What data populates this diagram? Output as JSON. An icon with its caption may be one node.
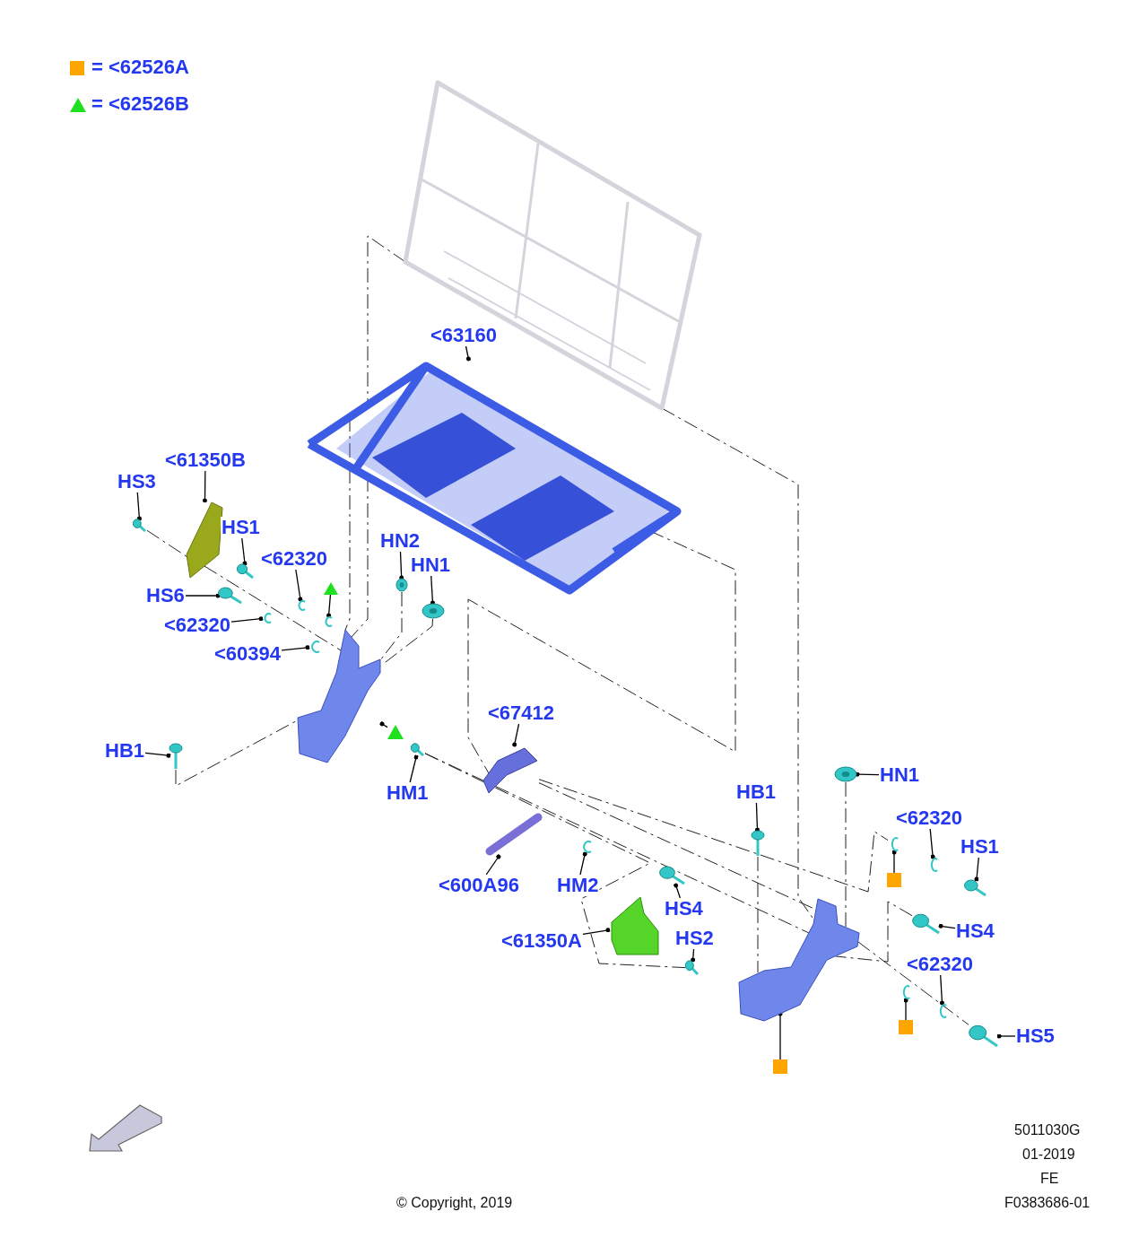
{
  "diagram": {
    "nodes": [
      {
        "text": [
          "<63160"
        ]
      },
      {
        "text": [
          "<61350B"
        ]
      },
      {
        "text": [
          "HS3"
        ]
      },
      {
        "text": [
          "HS1"
        ]
      },
      {
        "text": [
          "<62320"
        ]
      },
      {
        "text": [
          "HS6"
        ]
      },
      {
        "text": [
          "<62320"
        ]
      },
      {
        "text": [
          "<60394"
        ]
      },
      {
        "text": [
          "HN2"
        ]
      },
      {
        "text": [
          "HN1"
        ]
      },
      {
        "text": [
          "HB1"
        ]
      },
      {
        "text": [
          "<67412"
        ]
      },
      {
        "text": [
          "HM1"
        ]
      },
      {
        "text": [
          "<600A96"
        ]
      },
      {
        "text": [
          "HM2"
        ]
      },
      {
        "text": [
          "HB1"
        ]
      },
      {
        "text": [
          "HN1"
        ]
      },
      {
        "text": [
          "<62320"
        ]
      },
      {
        "text": [
          "HS1"
        ]
      },
      {
        "text": [
          "HS4"
        ]
      },
      {
        "text": [
          "<61350A"
        ]
      },
      {
        "text": [
          "HS2"
        ]
      },
      {
        "text": [
          "HS4"
        ]
      },
      {
        "text": [
          "<62320"
        ]
      },
      {
        "text": [
          "HS5"
        ]
      },
      {
        "text": [],
        "shape": "picture"
      },
      {
        "text": [],
        "shape": "picture"
      },
      {
        "text": [],
        "shape": "picture"
      },
      {
        "text": [],
        "shape": "picture"
      },
      {
        "text": [],
        "shape": "picture"
      },
      {
        "text": [],
        "shape": "picture"
      },
      {
        "text": [],
        "shape": "picture"
      },
      {
        "text": [],
        "shape": "picture"
      },
      {
        "text": [],
        "shape": "picture"
      },
      {
        "text": [],
        "shape": "picture"
      },
      {
        "text": [],
        "shape": "picture"
      },
      {
        "text": [],
        "shape": "picture"
      },
      {
        "text": [],
        "shape": "picture"
      },
      {
        "text": [],
        "shape": "picture"
      },
      {
        "text": [],
        "shape": "picture"
      },
      {
        "text": [],
        "shape": "picture"
      },
      {
        "text": [],
        "shape": "picture"
      },
      {
        "text": [],
        "shape": "picture"
      },
      {
        "text": [],
        "shape": "picture"
      },
      {
        "text": [],
        "shape": "picture"
      },
      {
        "text": [],
        "shape": "picture"
      },
      {
        "text": [],
        "shape": "picture"
      },
      {
        "text": [],
        "shape": "picture"
      },
      {
        "text": [],
        "shape": "picture"
      },
      {
        "text": [],
        "shape": "picture"
      },
      {
        "text": [],
        "shape": "triangle"
      },
      {
        "text": [],
        "shape": "picture"
      },
      {
        "text": [],
        "shape": "triangle"
      },
      {
        "text": [],
        "shape": "picture"
      },
      {
        "text": [],
        "shape": "box"
      },
      {
        "text": [],
        "shape": "picture"
      },
      {
        "text": [],
        "shape": "box"
      },
      {
        "text": [],
        "shape": "picture"
      },
      {
        "text": [],
        "shape": "box"
      },
      {
        "text": [],
        "shape": "picture"
      },
      {
        "text": [],
        "shape": "picture"
      }
    ],
    "edges": [
      {
        "from": 0,
        "to": 25,
        "arrow": "other"
      },
      {
        "from": 1,
        "to": 26,
        "arrow": "other"
      },
      {
        "from": 2,
        "to": 27,
        "arrow": "other"
      },
      {
        "from": 3,
        "to": 28,
        "arrow": "other"
      },
      {
        "from": 4,
        "to": 29,
        "arrow": "other"
      },
      {
        "from": 5,
        "to": 30,
        "arrow": "other"
      },
      {
        "from": 6,
        "to": 31,
        "arrow": "other"
      },
      {
        "from": 7,
        "to": 32,
        "arrow": "other"
      },
      {
        "from": 8,
        "to": 33,
        "arrow": "other"
      },
      {
        "from": 9,
        "to": 34,
        "arrow": "other"
      },
      {
        "from": 10,
        "to": 35,
        "arrow": "other"
      },
      {
        "from": 11,
        "to": 36,
        "arrow": "other"
      },
      {
        "from": 12,
        "to": 37,
        "arrow": "other"
      },
      {
        "from": 13,
        "to": 38,
        "arrow": "other"
      },
      {
        "from": 14,
        "to": 39,
        "arrow": "other"
      },
      {
        "from": 15,
        "to": 40,
        "arrow": "other"
      },
      {
        "from": 16,
        "to": 41,
        "arrow": "other"
      },
      {
        "from": 17,
        "to": 42,
        "arrow": "other"
      },
      {
        "from": 18,
        "to": 43,
        "arrow": "other"
      },
      {
        "from": 19,
        "to": 44,
        "arrow": "other"
      },
      {
        "from": 20,
        "to": 45,
        "arrow": "other"
      },
      {
        "from": 21,
        "to": 46,
        "arrow": "other"
      },
      {
        "from": 22,
        "to": 47,
        "arrow": "other"
      },
      {
        "from": 23,
        "to": 48,
        "arrow": "other"
      },
      {
        "from": 24,
        "to": 49,
        "arrow": "other"
      },
      {
        "from": 50,
        "to": 51,
        "arrow": "other"
      },
      {
        "from": 52,
        "to": 53,
        "arrow": "other"
      },
      {
        "from": 54,
        "to": 55,
        "arrow": "other"
      },
      {
        "from": 56,
        "to": 57,
        "arrow": "other"
      },
      {
        "from": 58,
        "to": 59,
        "arrow": "other"
      },
      {
        "from": 60,
        "to": 25,
        "arrow": "none",
        "style": "dashed"
      },
      {
        "from": 25,
        "to": 53,
        "arrow": "none",
        "style": "dashed"
      },
      {
        "from": 60,
        "to": 59,
        "arrow": "none",
        "style": "dashed"
      },
      {
        "from": 25,
        "to": 36,
        "arrow": "none",
        "style": "dashed"
      },
      {
        "from": 35,
        "to": 53,
        "arrow": "none",
        "style": "dashed"
      },
      {
        "from": 27,
        "to": 26,
        "arrow": "none",
        "style": "dashed"
      },
      {
        "from": 34,
        "to": 53,
        "arrow": "none",
        "style": "dashed"
      },
      {
        "from": 33,
        "to": 53,
        "arrow": "none",
        "style": "dashed"
      },
      {
        "from": 37,
        "to": 46,
        "arrow": "none",
        "style": "dashed"
      },
      {
        "from": 47,
        "to": 59,
        "arrow": "none",
        "style": "dashed"
      },
      {
        "from": 36,
        "to": 59,
        "arrow": "none",
        "style": "dashed"
      },
      {
        "from": 36,
        "to": 55,
        "arrow": "none",
        "style": "dashed"
      },
      {
        "from": 37,
        "to": 59,
        "arrow": "none",
        "style": "dashed"
      },
      {
        "from": 59,
        "to": 49,
        "arrow": "none",
        "style": "dashed"
      },
      {
        "from": 41,
        "to": 59,
        "arrow": "none",
        "style": "dashed"
      },
      {
        "from": 40,
        "to": 59,
        "arrow": "none",
        "style": "dashed"
      },
      {
        "from": 25,
        "to": 53,
        "arrow": "none",
        "style": "dashed"
      },
      {
        "from": 26,
        "to": 53,
        "arrow": "none",
        "style": "dashed"
      }
    ],
    "labels": [
      "5011030G",
      "01-2019",
      "FE",
      "F0383686-01",
      "© Copyright, 2019"
    ],
    "legend": [
      {
        "text": "= <62526A",
        "color": "#ffa500"
      },
      {
        "text": "= <62526B",
        "color": "#1ee01e"
      }
    ]
  }
}
